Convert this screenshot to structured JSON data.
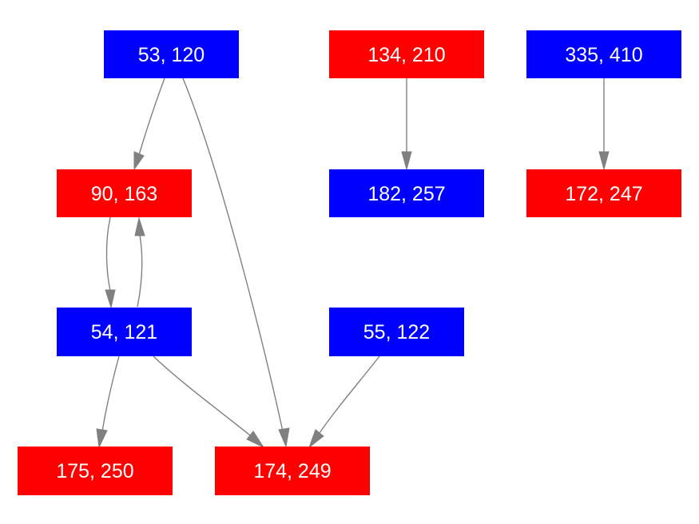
{
  "colors": {
    "blue_node": "#0000ff",
    "red_node": "#ff0000",
    "edge": "#808080",
    "label": "#ffffff"
  },
  "nodes": {
    "n53": {
      "label": "53, 120",
      "color": "blue"
    },
    "n134": {
      "label": "134, 210",
      "color": "red"
    },
    "n335": {
      "label": "335, 410",
      "color": "blue"
    },
    "n90": {
      "label": "90, 163",
      "color": "red"
    },
    "n182": {
      "label": "182, 257",
      "color": "blue"
    },
    "n172": {
      "label": "172, 247",
      "color": "red"
    },
    "n54": {
      "label": "54, 121",
      "color": "blue"
    },
    "n55": {
      "label": "55, 122",
      "color": "blue"
    },
    "n175": {
      "label": "175, 250",
      "color": "red"
    },
    "n174": {
      "label": "174, 249",
      "color": "red"
    }
  },
  "edges": [
    {
      "from": "n53",
      "to": "n90"
    },
    {
      "from": "n53",
      "to": "n174"
    },
    {
      "from": "n134",
      "to": "n182"
    },
    {
      "from": "n335",
      "to": "n172"
    },
    {
      "from": "n90",
      "to": "n54"
    },
    {
      "from": "n54",
      "to": "n90"
    },
    {
      "from": "n54",
      "to": "n175"
    },
    {
      "from": "n54",
      "to": "n174"
    },
    {
      "from": "n55",
      "to": "n174"
    }
  ]
}
